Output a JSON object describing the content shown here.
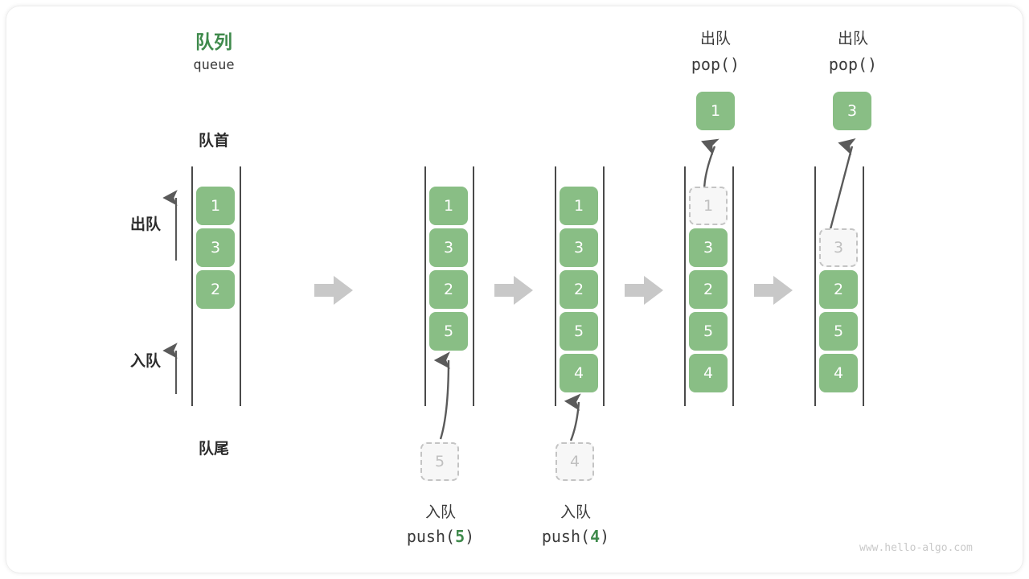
{
  "diagram": {
    "title_cn": "队列",
    "title_en": "queue",
    "head_label": "队首",
    "tail_label": "队尾",
    "dequeue_label": "出队",
    "enqueue_label": "入队",
    "watermark": "www.hello-algo.com",
    "colors": {
      "green_fill": "#89BE85",
      "green_text": "#3F8A4C",
      "ghost_fill": "#F7F7F7",
      "ghost_border": "#C4C4C4",
      "ghost_text": "#C0C0C0",
      "rail": "#4A4A4A",
      "arrow_gray": "#C8C8C8",
      "curve_arrow": "#5A5A5A",
      "dark_text": "#2B2B2B"
    }
  },
  "steps": [
    {
      "id": "initial",
      "cells": [
        {
          "value": "1",
          "ghost": false
        },
        {
          "value": "3",
          "ghost": false
        },
        {
          "value": "2",
          "ghost": false
        }
      ],
      "top_label_cn": "",
      "top_label_code": "",
      "top_value": "",
      "bottom_label_cn": "",
      "bottom_label_code_pre": "",
      "bottom_label_code_num": "",
      "bottom_label_code_post": "",
      "incoming_value": ""
    },
    {
      "id": "push-5",
      "cells": [
        {
          "value": "1",
          "ghost": false
        },
        {
          "value": "3",
          "ghost": false
        },
        {
          "value": "2",
          "ghost": false
        },
        {
          "value": "5",
          "ghost": false
        }
      ],
      "top_label_cn": "",
      "top_label_code": "",
      "top_value": "",
      "bottom_label_cn": "入队",
      "bottom_label_code_pre": "push(",
      "bottom_label_code_num": "5",
      "bottom_label_code_post": ")",
      "incoming_value": "5"
    },
    {
      "id": "push-4",
      "cells": [
        {
          "value": "1",
          "ghost": false
        },
        {
          "value": "3",
          "ghost": false
        },
        {
          "value": "2",
          "ghost": false
        },
        {
          "value": "5",
          "ghost": false
        },
        {
          "value": "4",
          "ghost": false
        }
      ],
      "top_label_cn": "",
      "top_label_code": "",
      "top_value": "",
      "bottom_label_cn": "入队",
      "bottom_label_code_pre": "push(",
      "bottom_label_code_num": "4",
      "bottom_label_code_post": ")",
      "incoming_value": "4"
    },
    {
      "id": "pop-1",
      "cells": [
        {
          "value": "1",
          "ghost": true
        },
        {
          "value": "3",
          "ghost": false
        },
        {
          "value": "2",
          "ghost": false
        },
        {
          "value": "5",
          "ghost": false
        },
        {
          "value": "4",
          "ghost": false
        }
      ],
      "top_label_cn": "出队",
      "top_label_code": "pop()",
      "top_value": "1",
      "bottom_label_cn": "",
      "bottom_label_code_pre": "",
      "bottom_label_code_num": "",
      "bottom_label_code_post": "",
      "incoming_value": ""
    },
    {
      "id": "pop-3",
      "cells": [
        {
          "value": "3",
          "ghost": true
        },
        {
          "value": "2",
          "ghost": false
        },
        {
          "value": "5",
          "ghost": false
        },
        {
          "value": "4",
          "ghost": false
        }
      ],
      "top_label_cn": "出队",
      "top_label_code": "pop()",
      "top_value": "3",
      "bottom_label_cn": "",
      "bottom_label_code_pre": "",
      "bottom_label_code_num": "",
      "bottom_label_code_post": "",
      "incoming_value": ""
    }
  ]
}
